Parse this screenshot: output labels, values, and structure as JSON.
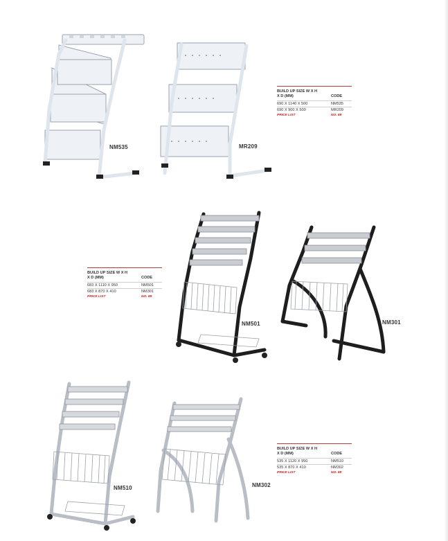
{
  "products": [
    {
      "code": "NM535",
      "finish": "white",
      "type": "panel"
    },
    {
      "code": "MR209",
      "finish": "white",
      "type": "panel"
    },
    {
      "code": "NM501",
      "finish": "black",
      "type": "slat-wheels"
    },
    {
      "code": "NM301",
      "finish": "black",
      "type": "slat-legs"
    },
    {
      "code": "NM510",
      "finish": "silver",
      "type": "slat-wheels"
    },
    {
      "code": "NM302",
      "finish": "silver",
      "type": "slat-legs"
    }
  ],
  "spec_tables": [
    {
      "size_header": "BUILD UP SIZE W X H X D (MM)",
      "code_header": "CODE",
      "rows": [
        {
          "size": "690 X 1140 X 500",
          "code": "NM535"
        },
        {
          "size": "690 X  900  X 500",
          "code": "MR209"
        }
      ],
      "price_label": "PRICE LIST",
      "price_code": "NO. 88"
    },
    {
      "size_header": "BUILD UP SIZE W X H X D (MM)",
      "code_header": "CODE",
      "rows": [
        {
          "size": "683 X 1110 X 950",
          "code": "NM501"
        },
        {
          "size": "683 X  870  X 410",
          "code": "NM301"
        }
      ],
      "price_label": "PRICE LIST",
      "price_code": "NO. 88"
    },
    {
      "size_header": "BUILD UP SIZE W X H X D (MM)",
      "code_header": "CODE",
      "rows": [
        {
          "size": "535 X 1120 X 950",
          "code": "NM510"
        },
        {
          "size": "535 X  870  X 410",
          "code": "NM302"
        }
      ],
      "price_label": "PRICE LIST",
      "price_code": "NO. 88"
    }
  ],
  "colors": {
    "accent_rule": "#b73b3b",
    "price_text": "#c22020",
    "white_frame": "#e4e9ef",
    "black_frame": "#1e1e1e",
    "silver_frame": "#b9bec6",
    "slat": "#c9ccd0"
  }
}
